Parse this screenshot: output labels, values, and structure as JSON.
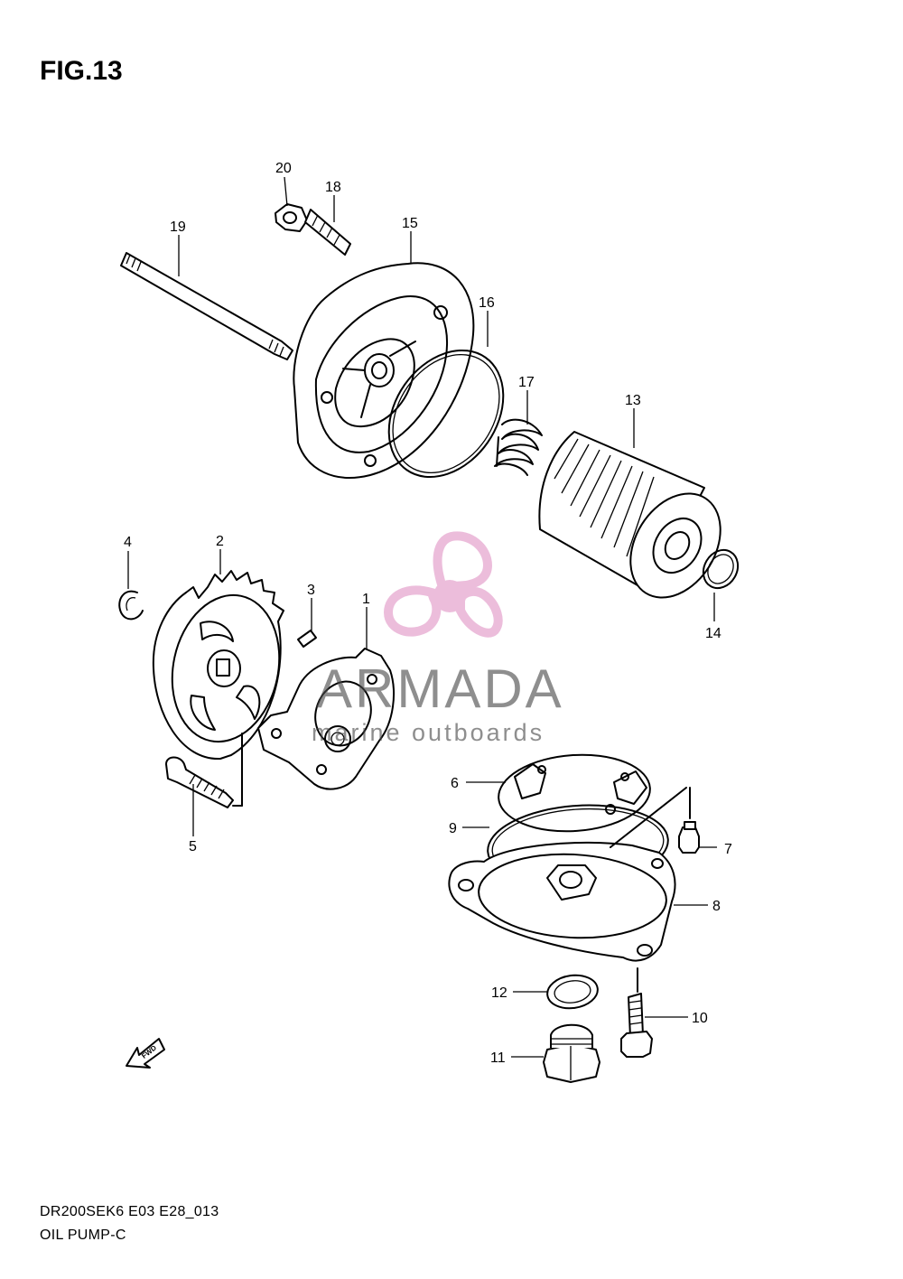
{
  "figure": {
    "title": "FIG.13"
  },
  "footer": {
    "model_code": "DR200SEK6 E03 E28_013",
    "section_name": "OIL PUMP-C"
  },
  "watermark": {
    "brand": "ARMADA",
    "tagline": "marine outboards",
    "logo_color": "#e6a8d0",
    "text_color": "#4a4a4a"
  },
  "fwd_arrow": {
    "label": "FWD"
  },
  "callouts": [
    "1",
    "2",
    "3",
    "4",
    "5",
    "6",
    "7",
    "8",
    "9",
    "10",
    "11",
    "12",
    "13",
    "14",
    "15",
    "16",
    "17",
    "18",
    "19",
    "20"
  ]
}
